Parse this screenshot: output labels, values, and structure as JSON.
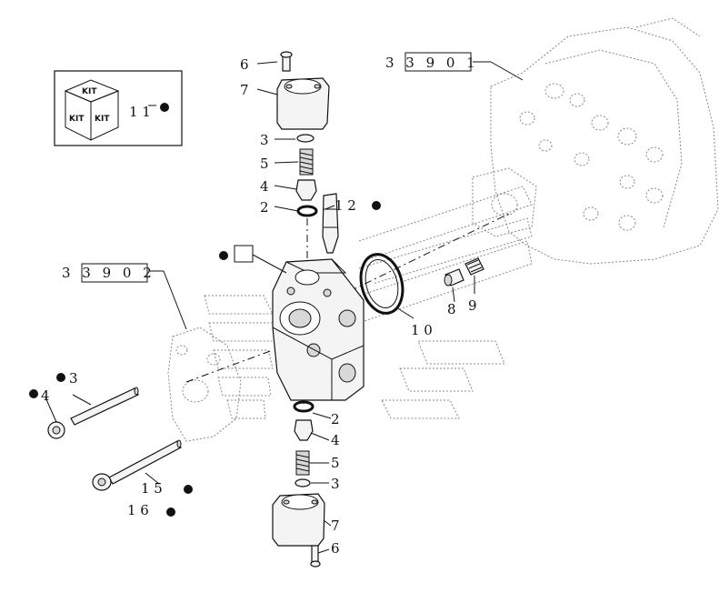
{
  "kit_box": {
    "face_top": "KIT",
    "face_left": "KIT",
    "face_right": "KIT",
    "label": "1 1"
  },
  "refs": {
    "ref_top": "3 3 9   0 1",
    "ref_left": "3 3 9   0 2"
  },
  "callouts": {
    "c6_top": "6",
    "c7_top": "7",
    "c3_top": "3",
    "c5_top": "5",
    "c4_top": "4",
    "c2_top": "2",
    "c12": "1 2",
    "c10": "1 0",
    "c8": "8",
    "c9": "9",
    "c3_left": "3",
    "c4_left": "4",
    "c15": "1 5",
    "c16": "1 6",
    "c2_bot": "2",
    "c4_bot": "4",
    "c5_bot": "5",
    "c3_bot": "3",
    "c7_bot": "7",
    "c6_bot": "6"
  }
}
